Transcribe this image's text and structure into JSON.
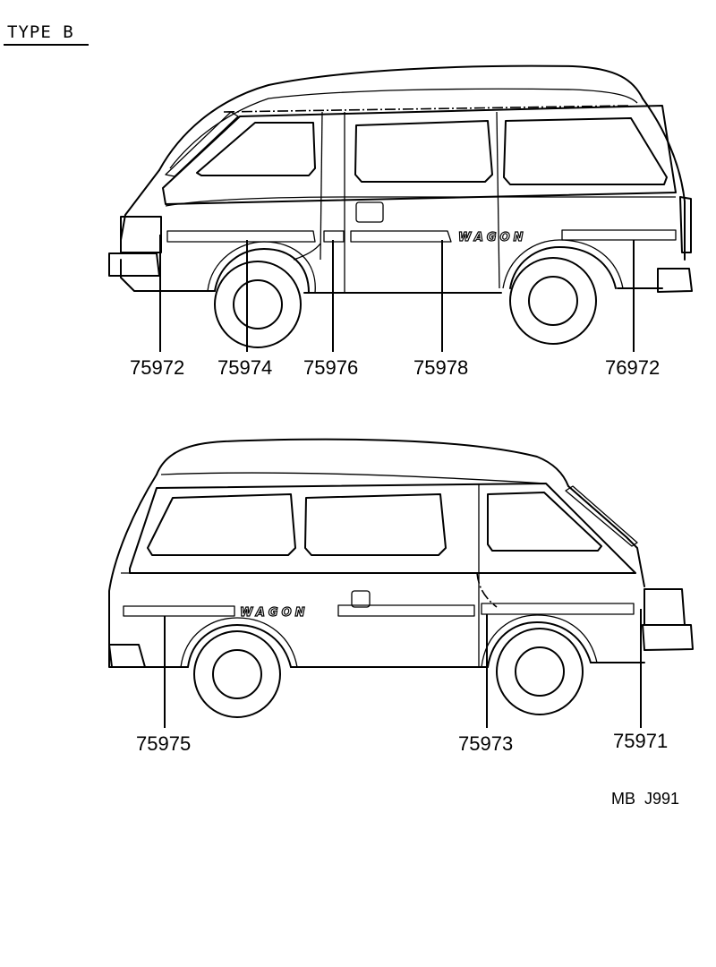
{
  "header": {
    "type_label": "TYPE B"
  },
  "badge_text": "WAGON",
  "views": [
    {
      "name": "right-side-view",
      "parts": [
        "75972",
        "75974",
        "75976",
        "75978",
        "76972"
      ]
    },
    {
      "name": "left-side-view",
      "parts": [
        "75975",
        "75973",
        "75971"
      ]
    }
  ],
  "footer": {
    "ref_code": "MB  J991"
  },
  "colors": {
    "line": "#000000",
    "background": "#ffffff"
  }
}
